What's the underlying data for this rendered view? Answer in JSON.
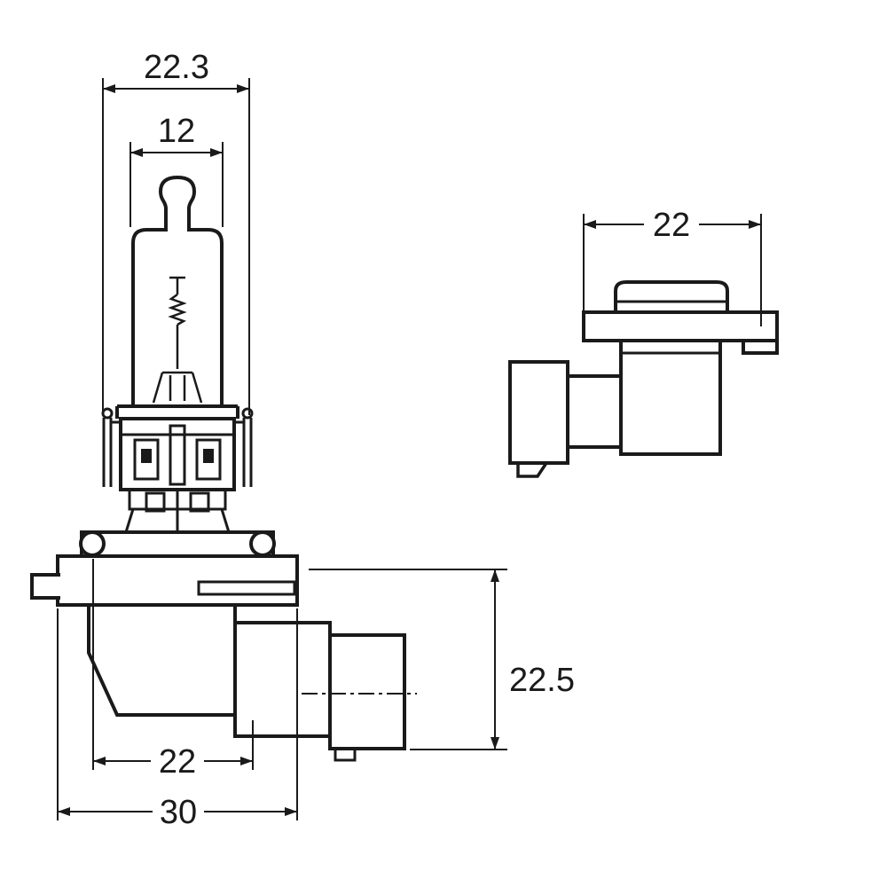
{
  "page": {
    "background_color": "#ffffff",
    "line_color": "#1a1a1a"
  },
  "drawing": {
    "type": "technical-dimension-drawing",
    "front_view": {
      "dim_overall_bulb_width": "22.3",
      "dim_glass_width": "12",
      "dim_base_width": "22",
      "dim_flange_width": "30",
      "dim_connector_height": "22.5"
    },
    "side_view": {
      "dim_cap_width": "22"
    }
  }
}
